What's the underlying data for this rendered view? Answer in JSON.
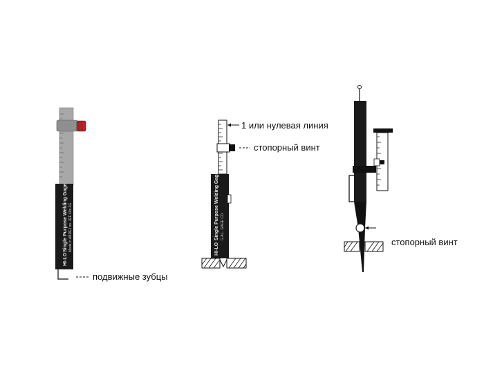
{
  "labels": {
    "movable_teeth": "подвижные зубцы",
    "zero_line": "1 или нулевая линия",
    "lock_screw_middle": "стопорный винт",
    "lock_screw_right": "стопорный винт"
  },
  "gauge_text": {
    "brand_left": "HI-LO",
    "name_left": "Single Purpose Welding Gage",
    "sub_left": "Made in ABDEJ no. JEF 40c-3G",
    "brand_middle": "HI-LO",
    "name_middle": "Single Purpose Welding Gage",
    "sub_middle": "G.A.L. GAGE CO."
  },
  "colors": {
    "ink": "#111111",
    "body_dark": "#1a1a1a",
    "metal": "#a9a9a9",
    "screw_red": "#b3262a"
  }
}
